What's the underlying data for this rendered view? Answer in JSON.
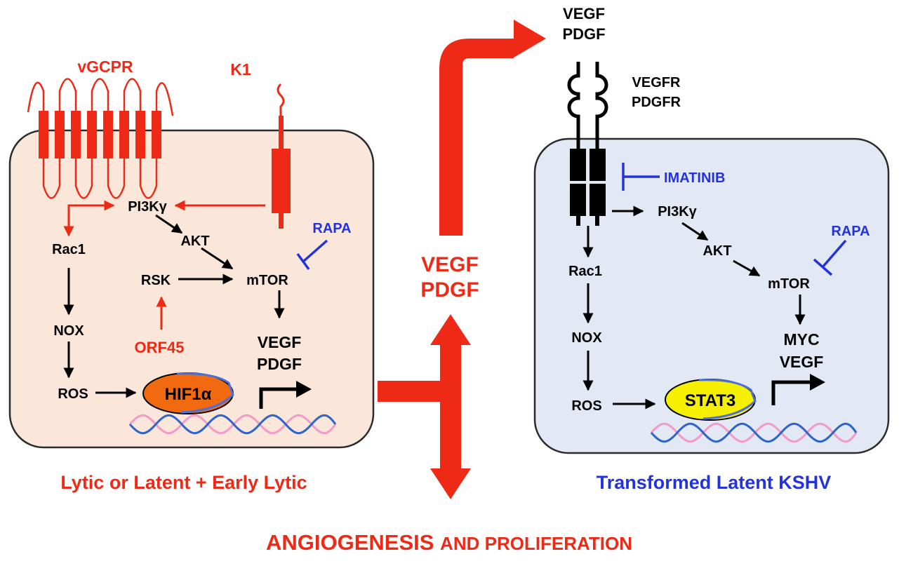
{
  "colors": {
    "accent_red": "#ee2a16",
    "accent_blue": "#2233dd",
    "left_cell_fill": "#fbe7da",
    "right_cell_fill": "#e3e9f4",
    "cell_border": "#2b2b2b",
    "hif_fill": "#f26a0f",
    "stat3_fill": "#f4f000",
    "dna_pink": "#f29ac8",
    "dna_blue": "#2f64c8"
  },
  "left_cell": {
    "vgcpr": "vGCPR",
    "k1": "K1",
    "pi3k": "PI3Kγ",
    "akt": "AKT",
    "rac1": "Rac1",
    "rsk": "RSK",
    "mtor": "mTOR",
    "rapa": "RAPA",
    "nox": "NOX",
    "orf45": "ORF45",
    "vegf": "VEGF",
    "pdgf": "PDGF",
    "ros": "ROS",
    "hif": "HIF1α",
    "caption": "Lytic or  Latent + Early Lytic"
  },
  "middle": {
    "top_vegf": "VEGF",
    "top_pdgf": "PDGF",
    "vegf": "VEGF",
    "pdgf": "PDGF"
  },
  "right_cell": {
    "vegfr": "VEGFR",
    "pdgfr": "PDGFR",
    "imatinib": "IMATINIB",
    "pi3k": "PI3Kγ",
    "akt": "AKT",
    "rapa": "RAPA",
    "rac1": "Rac1",
    "mtor": "mTOR",
    "nox": "NOX",
    "myc": "MYC",
    "vegf": "VEGF",
    "ros": "ROS",
    "stat3": "STAT3",
    "caption": "Transformed Latent KSHV"
  },
  "footer": {
    "angio_part1": "ANGIOGENESIS ",
    "angio_part2": "AND PROLIFERATION"
  }
}
